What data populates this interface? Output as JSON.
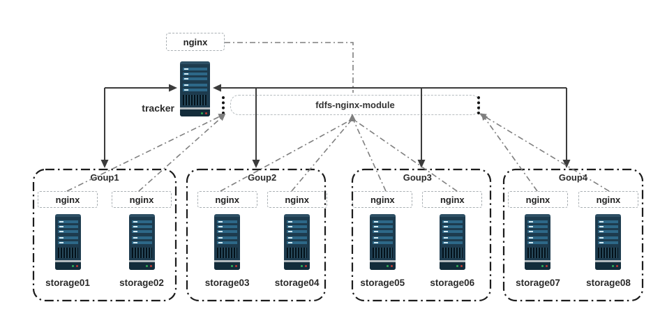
{
  "diagram": {
    "top_nginx_label": "nginx",
    "tracker_label": "tracker",
    "module_label": "fdfs-nginx-module",
    "groups": [
      {
        "label": "Goup1",
        "nodes": [
          {
            "nginx_label": "nginx",
            "storage_label": "storage01"
          },
          {
            "nginx_label": "nginx",
            "storage_label": "storage02"
          }
        ]
      },
      {
        "label": "Goup2",
        "nodes": [
          {
            "nginx_label": "nginx",
            "storage_label": "storage03"
          },
          {
            "nginx_label": "nginx",
            "storage_label": "storage04"
          }
        ]
      },
      {
        "label": "Goup3",
        "nodes": [
          {
            "nginx_label": "nginx",
            "storage_label": "storage05"
          },
          {
            "nginx_label": "nginx",
            "storage_label": "storage06"
          }
        ]
      },
      {
        "label": "Goup4",
        "nodes": [
          {
            "nginx_label": "nginx",
            "storage_label": "storage07"
          },
          {
            "nginx_label": "nginx",
            "storage_label": "storage08"
          }
        ]
      }
    ],
    "colors": {
      "solid_line": "#3b3b3b",
      "dash_dot_line": "#7f7f7f",
      "group_border": "#1c1c1c",
      "dashed_box_border": "#a9afb3",
      "server_body": "#1d3b4e",
      "server_bar": "#2d6888",
      "led_green": "#2fae56",
      "led_red": "#c03b35",
      "text": "#2a2a2a"
    }
  }
}
